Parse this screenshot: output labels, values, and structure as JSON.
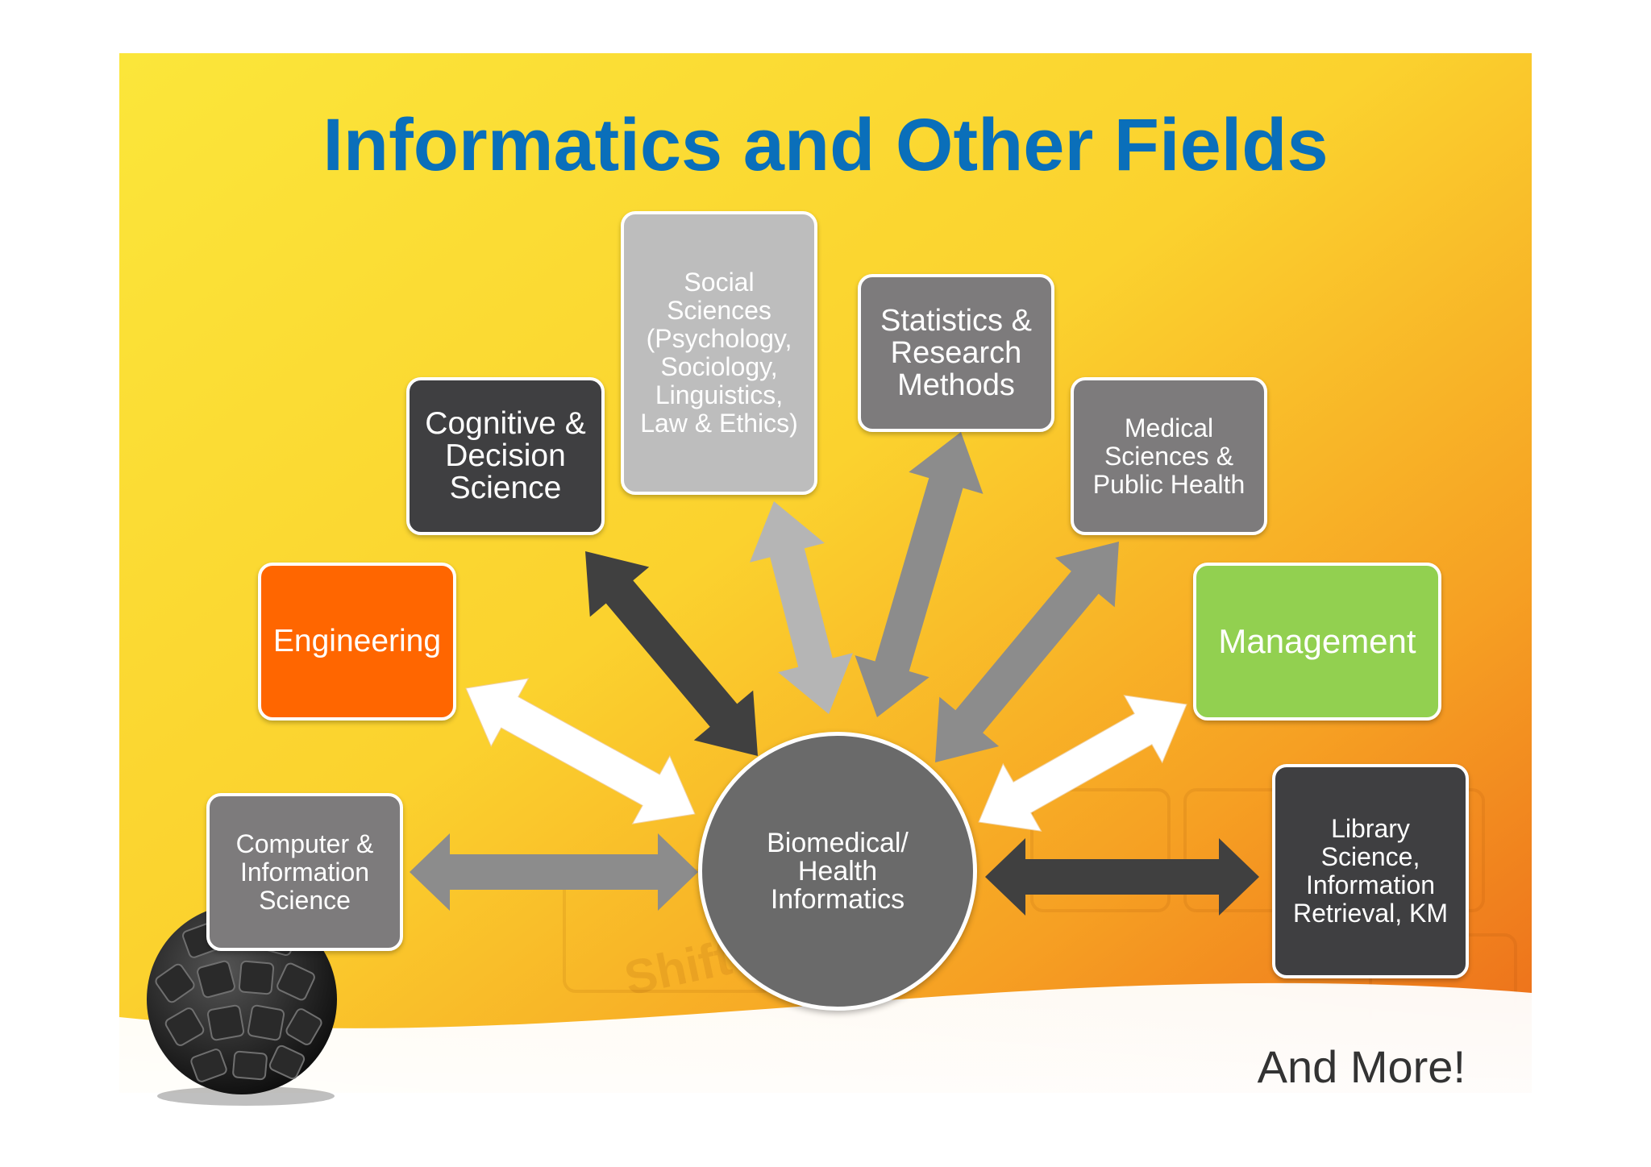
{
  "title": "Informatics and Other Fields",
  "colors": {
    "title": "#0a6fba",
    "background_top": "#fbe63a",
    "background_bottom": "#f2801e",
    "engineering": "#ff6600",
    "management": "#92d050",
    "dark_box": "#3f3f41",
    "mid_box": "#7d7b7c",
    "light_box": "#bdbdbd",
    "hub": "#6a6a6a",
    "arrow_white": "#ffffff",
    "arrow_dark": "#404040",
    "arrow_mid": "#8c8c8c",
    "arrow_light": "#b5b5b5"
  },
  "hub": {
    "label": "Biomedical/\nHealth\nInformatics"
  },
  "nodes": [
    {
      "id": "computer-information-science",
      "label": "Computer &\nInformation\nScience"
    },
    {
      "id": "engineering",
      "label": "Engineering"
    },
    {
      "id": "cognitive-decision-science",
      "label": "Cognitive &\nDecision\nScience"
    },
    {
      "id": "social-sciences",
      "label": "Social\nSciences\n(Psychology,\nSociology,\nLinguistics,\nLaw & Ethics)"
    },
    {
      "id": "statistics-research-methods",
      "label": "Statistics &\nResearch\nMethods"
    },
    {
      "id": "medical-sciences-public-health",
      "label": "Medical\nSciences &\nPublic Health"
    },
    {
      "id": "management",
      "label": "Management"
    },
    {
      "id": "library-science",
      "label": "Library\nScience,\nInformation\nRetrieval, KM"
    }
  ],
  "footer": "And More!",
  "decoration": {
    "image": "keyboard-ball",
    "background_key_label": "Shift"
  }
}
